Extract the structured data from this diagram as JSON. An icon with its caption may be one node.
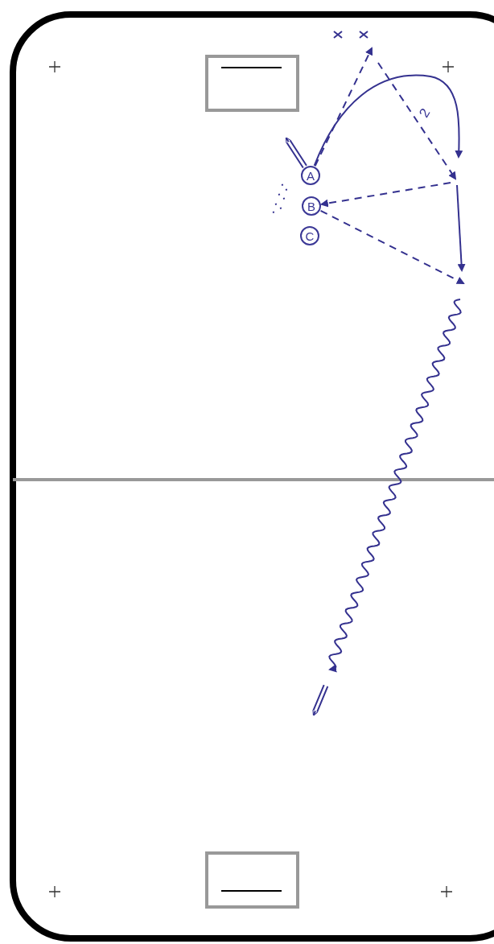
{
  "diagram": {
    "nodes": [
      {
        "text": [
          "A"
        ]
      },
      {
        "text": [
          "B"
        ]
      },
      {
        "text": [
          "C"
        ]
      }
    ],
    "edges": [
      {
        "from": 0,
        "to": null,
        "arrow": "to"
      },
      {
        "from": 0,
        "to": null,
        "arrow": "to"
      },
      {
        "from": 0,
        "to": null,
        "arrow": "to",
        "style": "dashed"
      },
      {
        "from": null,
        "to": 1,
        "arrow": "to",
        "style": "dashed"
      },
      {
        "from": 1,
        "to": null,
        "arrow": "to",
        "style": "dashed"
      }
    ],
    "labels": [
      "2"
    ]
  }
}
